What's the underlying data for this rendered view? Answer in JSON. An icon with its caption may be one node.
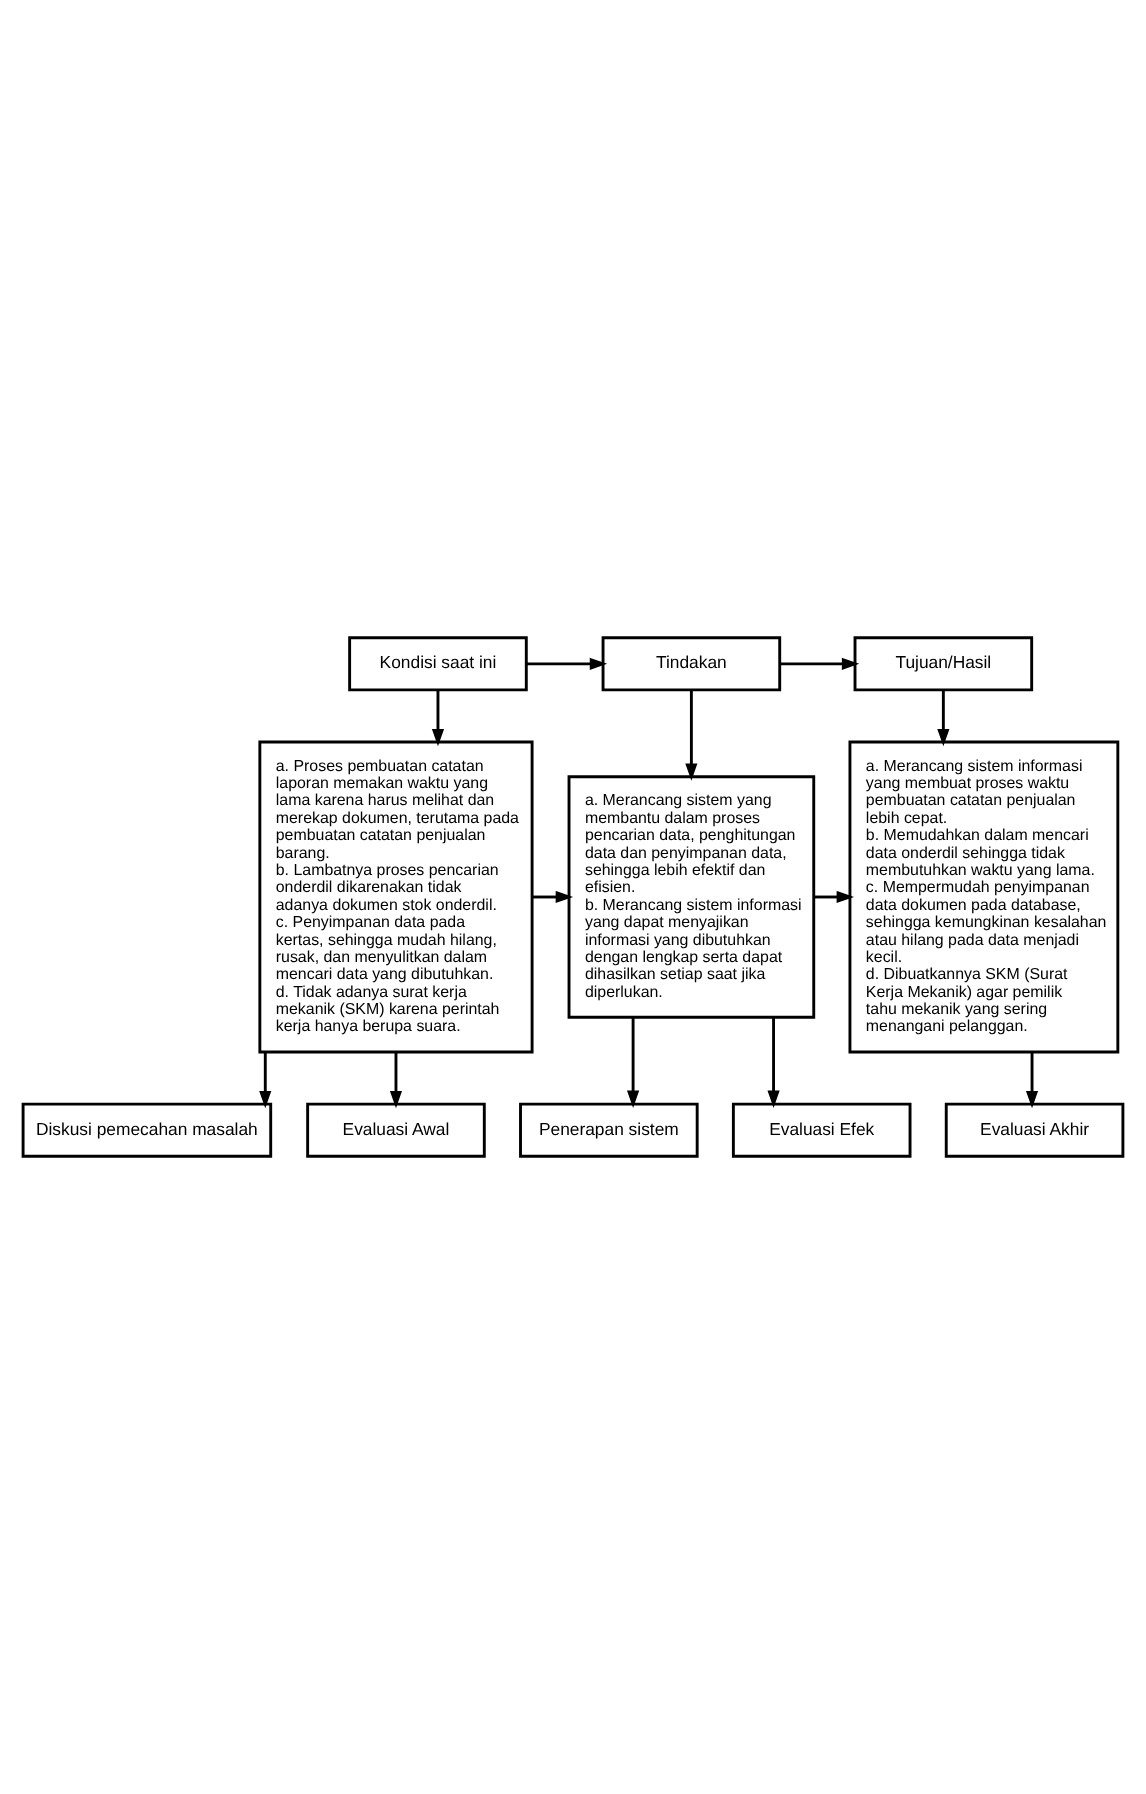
{
  "diagram": {
    "nodes": [
      {
        "text": [
          "Kondisi saat ini"
        ]
      },
      {
        "text": [
          "Tindakan"
        ]
      },
      {
        "text": [
          "Tujuan/Hasil"
        ]
      },
      {
        "text": [
          "a. Proses pembuatan catatan laporan memakan waktu yang lama karena harus melihat dan merekap dokumen, terutama pada pembuatan catatan penjualan barang.",
          "b. Lambatnya proses pencarian onderdil dikarenakan tidak adanya dokumen stok onderdil.",
          "c. Penyimpanan data pada kertas, sehingga mudah hilang, rusak, dan menyulitkan dalam mencari data yang dibutuhkan.",
          "d. Tidak adanya surat kerja mekanik (SKM) karena perintah kerja hanya berupa suara."
        ]
      },
      {
        "text": [
          "a. Merancang sistem yang membantu dalam proses pencarian data, penghitungan data dan penyimpanan data, sehingga lebih efektif dan efisien.",
          "b. Merancang sistem informasi yang dapat menyajikan informasi yang dibutuhkan dengan lengkap serta dapat dihasilkan setiap saat jika diperlukan."
        ]
      },
      {
        "text": [
          "a. Merancang sistem informasi yang membuat proses waktu pembuatan catatan penjualan lebih cepat.",
          "b. Memudahkan dalam mencari data onderdil sehingga tidak membutuhkan waktu yang lama.",
          "c. Mempermudah penyimpanan data dokumen pada database, sehingga kemungkinan kesalahan atau hilang pada data menjadi kecil.",
          "d. Dibuatkannya SKM (Surat Kerja Mekanik) agar pemilik tahu mekanik yang sering menangani pelanggan."
        ]
      },
      {
        "text": [
          "Diskusi pemecahan masalah"
        ]
      },
      {
        "text": [
          "Penerapan sistem"
        ]
      },
      {
        "text": [
          "Evaluasi Awal"
        ]
      },
      {
        "text": [
          "Evaluasi Efek"
        ]
      },
      {
        "text": [
          "Evaluasi Akhir"
        ]
      }
    ],
    "edges": [
      {
        "from": 0,
        "to": 1,
        "arrow": "to"
      },
      {
        "from": 1,
        "to": 2,
        "arrow": "to"
      },
      {
        "from": 0,
        "to": 3,
        "arrow": "to"
      },
      {
        "from": 1,
        "to": 4,
        "arrow": "to"
      },
      {
        "from": 2,
        "to": 5,
        "arrow": "to"
      },
      {
        "from": 3,
        "to": 4,
        "arrow": "to"
      },
      {
        "from": 3,
        "to": 6,
        "arrow": "to"
      },
      {
        "from": 4,
        "to": 5,
        "arrow": "to"
      },
      {
        "from": 4,
        "to": 7,
        "arrow": "to"
      },
      {
        "from": 3,
        "to": 8,
        "arrow": "to"
      },
      {
        "from": 4,
        "to": 9,
        "arrow": "to"
      },
      {
        "from": 5,
        "to": 10,
        "arrow": "to"
      }
    ]
  }
}
